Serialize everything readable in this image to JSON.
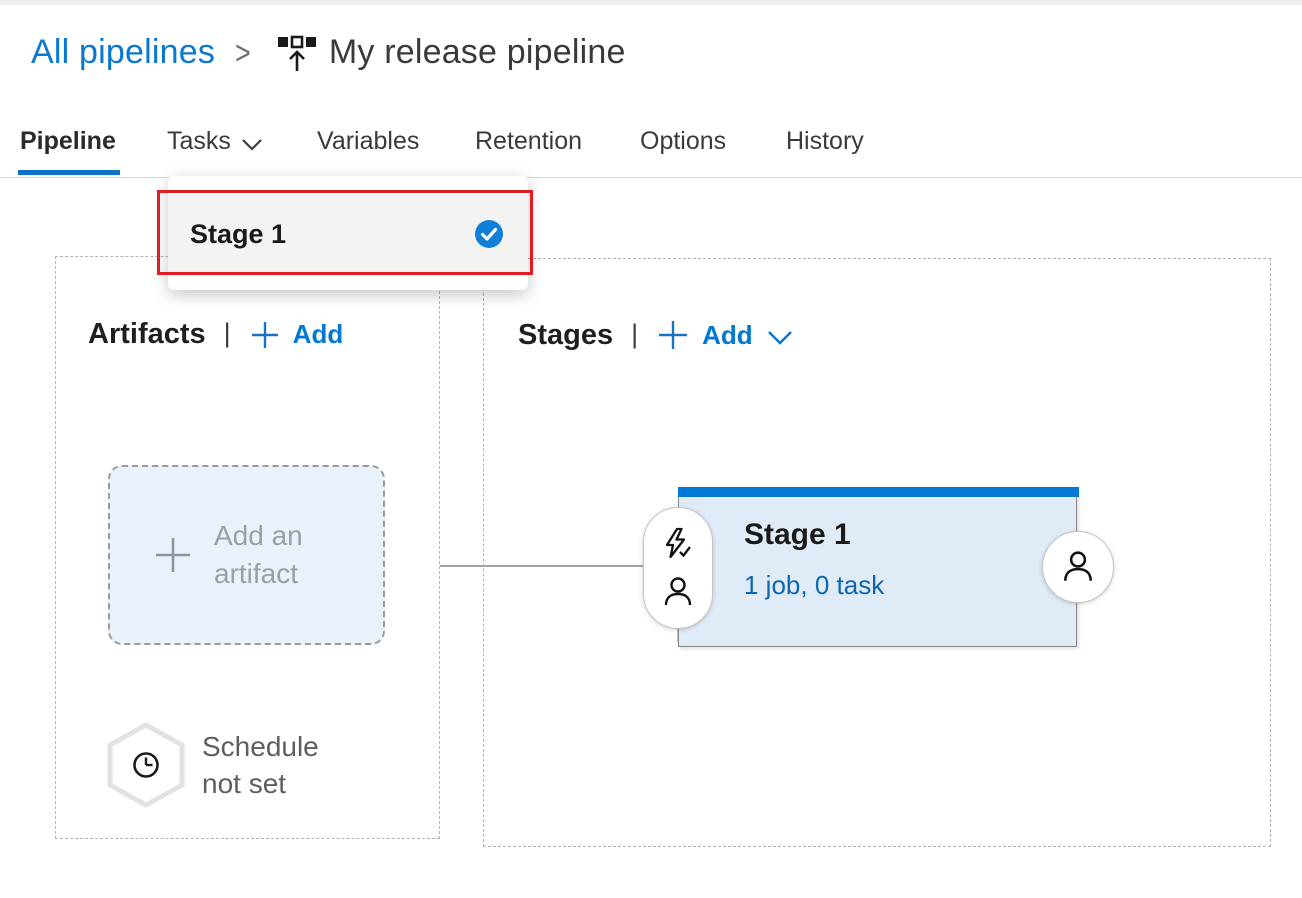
{
  "colors": {
    "accent": "#0078d4",
    "breadcrumb_link": "#0b77d0",
    "tab_underline": "#0c72c6",
    "stage_card_bg": "#dfecf8",
    "stage_card_topbar": "#0078d4",
    "job_link": "#0d66b0",
    "dropdown_row_bg": "#f3f3f2",
    "annotation_red": "#e11b22",
    "check_circle_blue": "#0f7fd8"
  },
  "breadcrumb": {
    "parent": "All pipelines",
    "separator": ">",
    "icon": "release-pipeline-icon",
    "title": "My release pipeline"
  },
  "tabs": {
    "items": [
      {
        "label": "Pipeline",
        "active": true
      },
      {
        "label": "Tasks",
        "has_dropdown": true
      },
      {
        "label": "Variables"
      },
      {
        "label": "Retention"
      },
      {
        "label": "Options"
      },
      {
        "label": "History"
      }
    ]
  },
  "tasks_dropdown": {
    "items": [
      {
        "label": "Stage 1",
        "selected": true
      }
    ]
  },
  "annotation": {
    "type": "highlight-box",
    "target": "tasks-dropdown-stage-1"
  },
  "artifacts_panel": {
    "header": "Artifacts",
    "separator": "|",
    "add_label": "Add",
    "placeholder": {
      "line1": "Add an",
      "line2": "artifact"
    },
    "schedule": {
      "line1": "Schedule",
      "line2": "not set"
    }
  },
  "stages_panel": {
    "header": "Stages",
    "separator": "|",
    "add_label": "Add",
    "stage": {
      "name": "Stage 1",
      "summary": "1 job, 0 task"
    }
  }
}
